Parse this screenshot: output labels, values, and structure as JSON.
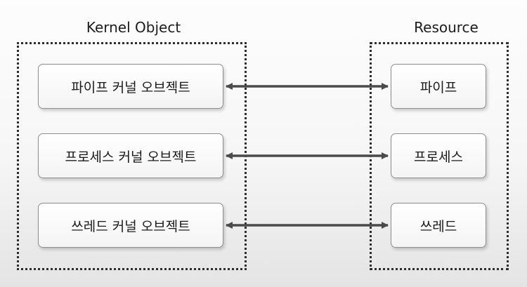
{
  "groups": {
    "kernel": {
      "title": "Kernel Object"
    },
    "resource": {
      "title": "Resource"
    }
  },
  "kernel_objects": [
    {
      "label": "파이프 커널 오브젝트"
    },
    {
      "label": "프로세스 커널 오브젝트"
    },
    {
      "label": "쓰레드 커널 오브젝트"
    }
  ],
  "resources": [
    {
      "label": "파이프"
    },
    {
      "label": "프로세스"
    },
    {
      "label": "쓰레드"
    }
  ],
  "colors": {
    "arrow": "#4a4a4a",
    "group_border": "#2e2e2e",
    "node_border": "#8e8e8e"
  }
}
